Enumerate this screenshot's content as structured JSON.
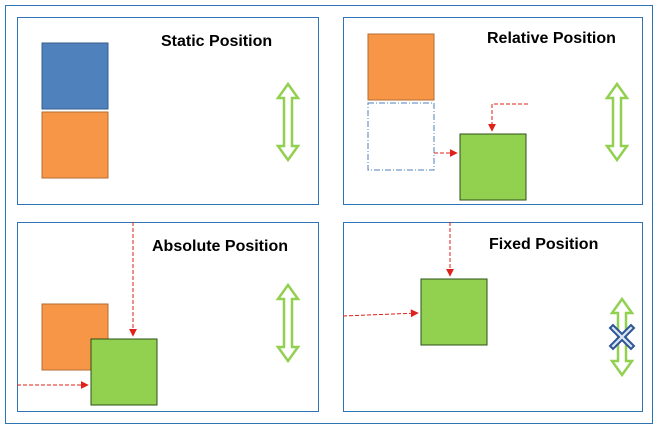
{
  "panels": [
    {
      "title": "Static Position"
    },
    {
      "title": "Relative Position"
    },
    {
      "title": "Absolute Position"
    },
    {
      "title": "Fixed Position"
    }
  ],
  "colors": {
    "border": "#2e75b6",
    "blue_box": "#4f81bd",
    "orange_box": "#f79646",
    "green_box": "#92d050",
    "arrow_red": "#e0201a",
    "scroll_arrow": "#92d050",
    "no_scroll_x": "#2e75b6",
    "placeholder_outline": "#4f81bd"
  },
  "icons": {
    "scroll": "double-headed-vertical-arrow",
    "no_scroll": "x-mark"
  }
}
